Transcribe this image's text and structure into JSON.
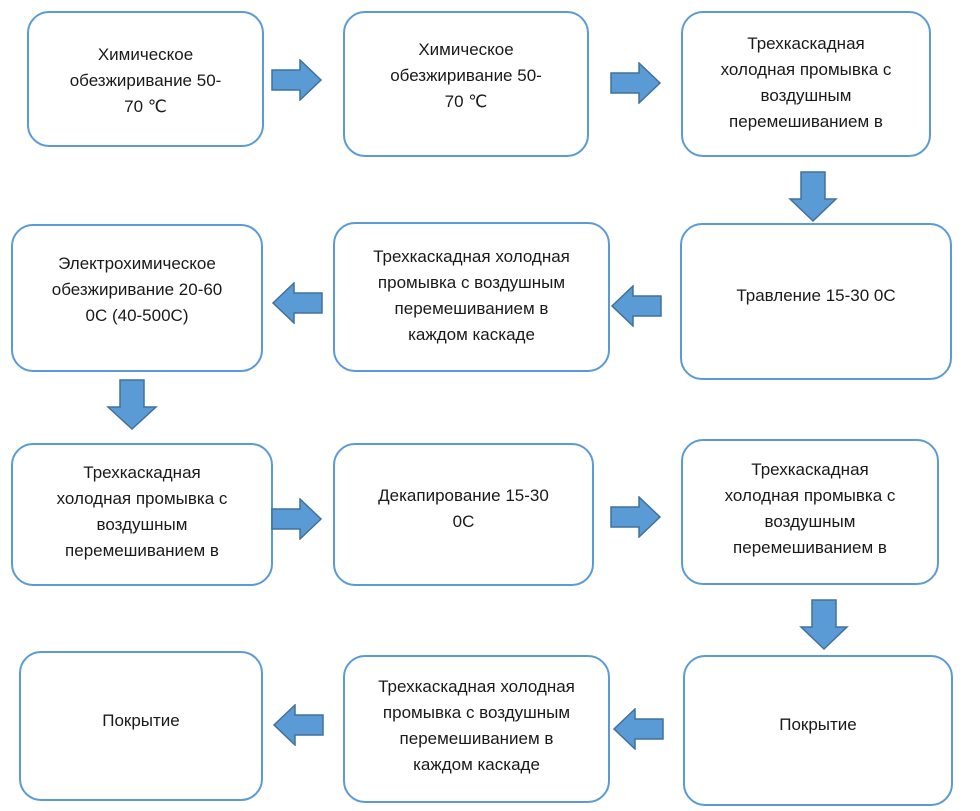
{
  "diagram": {
    "boxes": [
      {
        "id": "b1",
        "lines": [
          "Химическое",
          "обезжиривание 50-",
          "70 ℃"
        ]
      },
      {
        "id": "b2",
        "lines": [
          "Химическое",
          "обезжиривание 50-",
          "70 ℃"
        ]
      },
      {
        "id": "b3",
        "lines": [
          "Трехкаскадная",
          "холодная промывка с",
          "воздушным",
          "перемешиванием в"
        ]
      },
      {
        "id": "b4",
        "lines": [
          "Электрохимическое",
          "обезжиривание 20-60",
          "0С (40-500С)"
        ]
      },
      {
        "id": "b5",
        "lines": [
          "Трехкаскадная холодная",
          "промывка с воздушным",
          "перемешиванием в",
          "каждом каскаде"
        ]
      },
      {
        "id": "b6",
        "lines": [
          "Травление 15-30 0С"
        ]
      },
      {
        "id": "b7",
        "lines": [
          "Трехкаскадная",
          "холодная промывка с",
          "воздушным",
          "перемешиванием в"
        ]
      },
      {
        "id": "b8",
        "lines": [
          "Декапирование 15-30",
          "0С"
        ]
      },
      {
        "id": "b9",
        "lines": [
          "Трехкаскадная",
          "холодная промывка с",
          "воздушным",
          "перемешиванием в"
        ]
      },
      {
        "id": "b10",
        "lines": [
          "Покрытие"
        ]
      },
      {
        "id": "b11",
        "lines": [
          "Трехкаскадная холодная",
          "промывка с воздушным",
          "перемешиванием в",
          "каждом каскаде"
        ]
      },
      {
        "id": "b12",
        "lines": [
          "Покрытие"
        ]
      }
    ],
    "arrows": [
      {
        "from": "b1",
        "to": "b2",
        "direction": "right"
      },
      {
        "from": "b2",
        "to": "b3",
        "direction": "right"
      },
      {
        "from": "b3",
        "to": "b6",
        "direction": "down"
      },
      {
        "from": "b6",
        "to": "b5",
        "direction": "left"
      },
      {
        "from": "b5",
        "to": "b4",
        "direction": "left"
      },
      {
        "from": "b4",
        "to": "b7",
        "direction": "down"
      },
      {
        "from": "b7",
        "to": "b8",
        "direction": "right"
      },
      {
        "from": "b8",
        "to": "b9",
        "direction": "right"
      },
      {
        "from": "b9",
        "to": "b12",
        "direction": "down"
      },
      {
        "from": "b12",
        "to": "b11",
        "direction": "left"
      },
      {
        "from": "b11",
        "to": "b10",
        "direction": "left"
      }
    ],
    "colors": {
      "border": "#5b9bd5",
      "arrow_fill": "#5b9bd5",
      "arrow_stroke": "#41719c",
      "text": "#1a1a1a"
    }
  }
}
